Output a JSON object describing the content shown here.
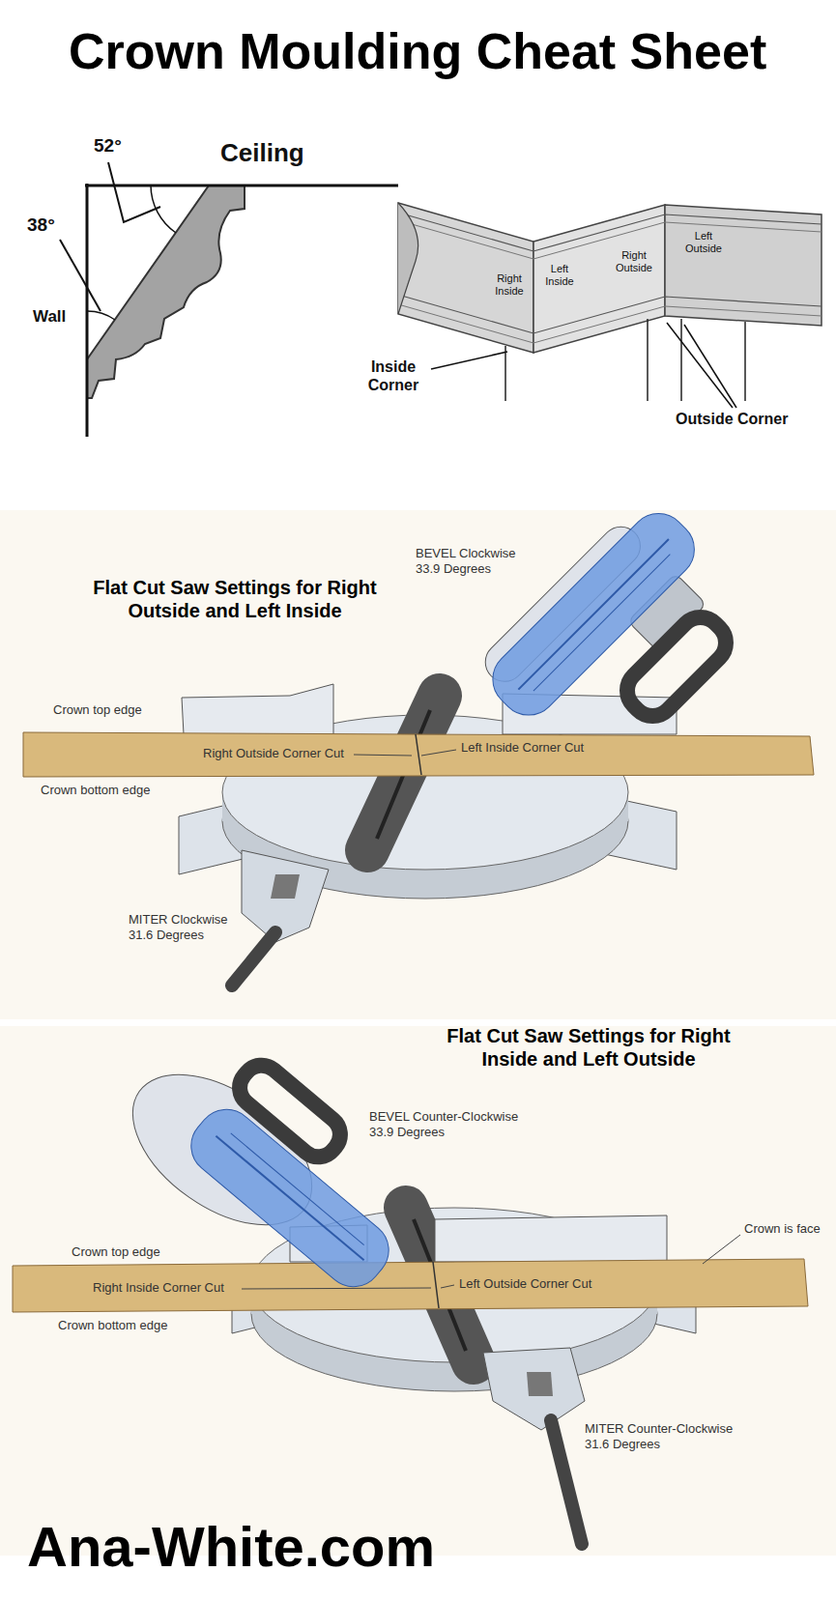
{
  "diagram": {
    "title": "Crown Moulding Cheat Sheet",
    "labels": [
      "52°",
      "38°",
      "Ceiling",
      "Wall",
      "Right Inside",
      "Left Inside",
      "Right Outside",
      "Left Outside",
      "Inside Corner",
      "Outside Corner",
      "Flat Cut Saw Settings for Right Outside and Left Inside",
      "BEVEL Clockwise 33.9 Degrees",
      "Crown top edge",
      "Right Outside Corner Cut",
      "Left Inside Corner Cut",
      "Crown bottom edge",
      "MITER Clockwise 31.6 Degrees",
      "Flat Cut Saw Settings for Right Inside and Left Outside",
      "BEVEL Counter-Clockwise 33.9 Degrees",
      "Crown is face",
      "Crown top edge",
      "Right Inside Corner Cut",
      "Left Outside Corner Cut",
      "Crown bottom edge",
      "MITER Counter-Clockwise 31.6 Degrees",
      "Ana-White.com"
    ]
  }
}
